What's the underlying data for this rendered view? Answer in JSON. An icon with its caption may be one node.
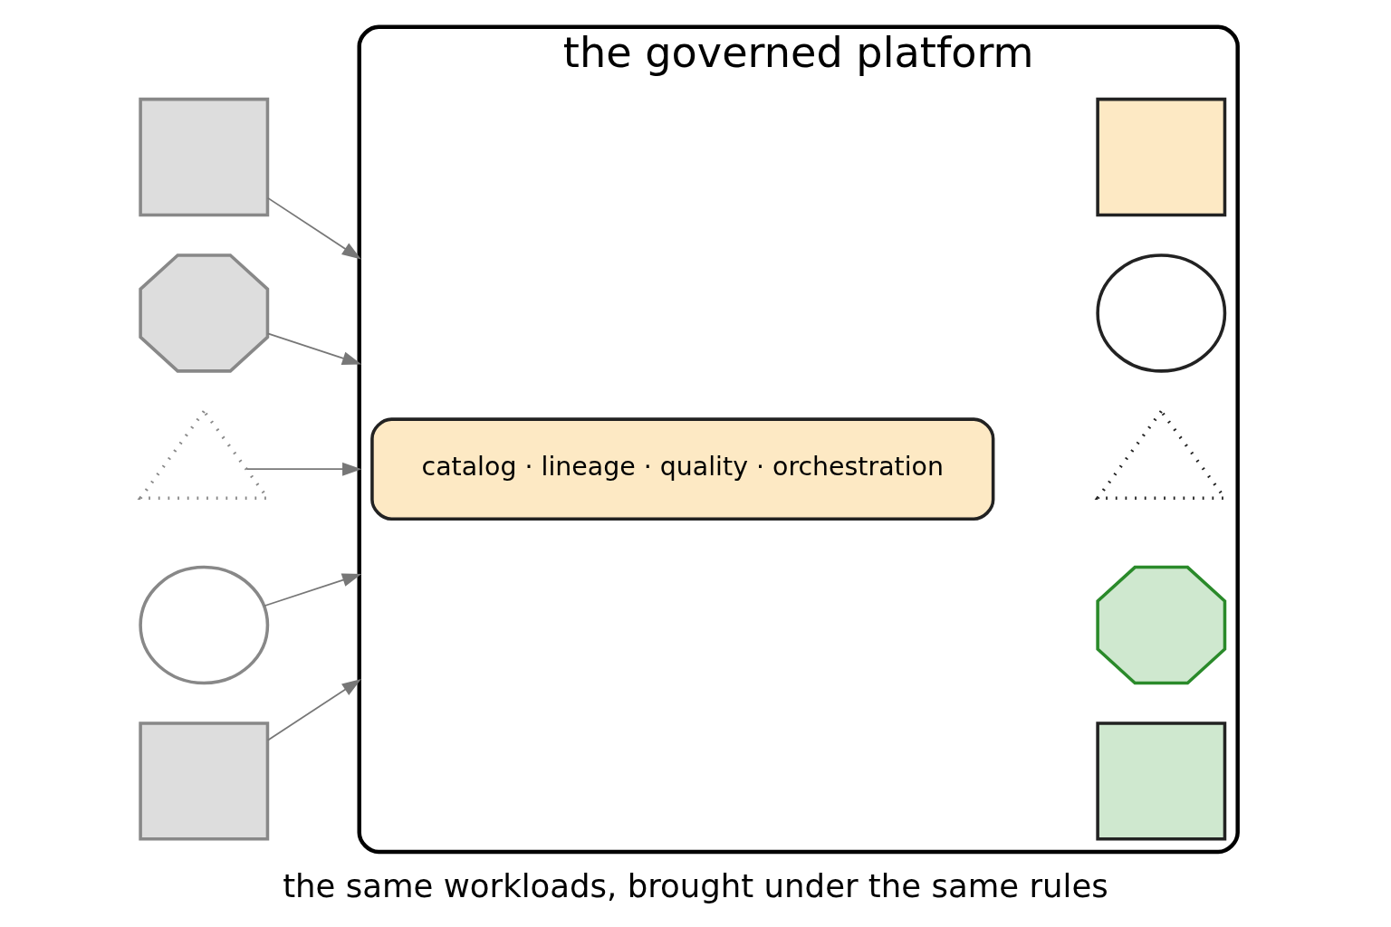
{
  "diagram": {
    "caption": "the same workloads, brought under the same rules",
    "nodes": [
      {
        "text": [],
        "shape": "grid"
      },
      {
        "text": [],
        "shape": "blob"
      },
      {
        "text": [],
        "shape": "dots"
      },
      {
        "text": [],
        "shape": "loop"
      },
      {
        "text": [],
        "shape": "grid"
      },
      {
        "text": [
          "the governed platform"
        ]
      },
      {
        "text": [
          "catalog · lineage · quality · orchestration"
        ],
        "in": 5
      },
      {
        "text": [],
        "shape": "grid",
        "in": 5
      },
      {
        "text": [],
        "shape": "blob",
        "in": 5
      },
      {
        "text": [],
        "shape": "dots",
        "in": 5
      },
      {
        "text": [],
        "shape": "loop",
        "in": 5
      },
      {
        "text": [],
        "shape": "grid",
        "in": 5
      }
    ],
    "edges": [
      {
        "from": 0,
        "to": 5,
        "arrow": "to"
      },
      {
        "from": 1,
        "to": 5,
        "arrow": "to"
      },
      {
        "from": 2,
        "to": 5,
        "arrow": "to"
      },
      {
        "from": 3,
        "to": 5,
        "arrow": "to"
      },
      {
        "from": 4,
        "to": 5,
        "arrow": "to"
      }
    ]
  }
}
